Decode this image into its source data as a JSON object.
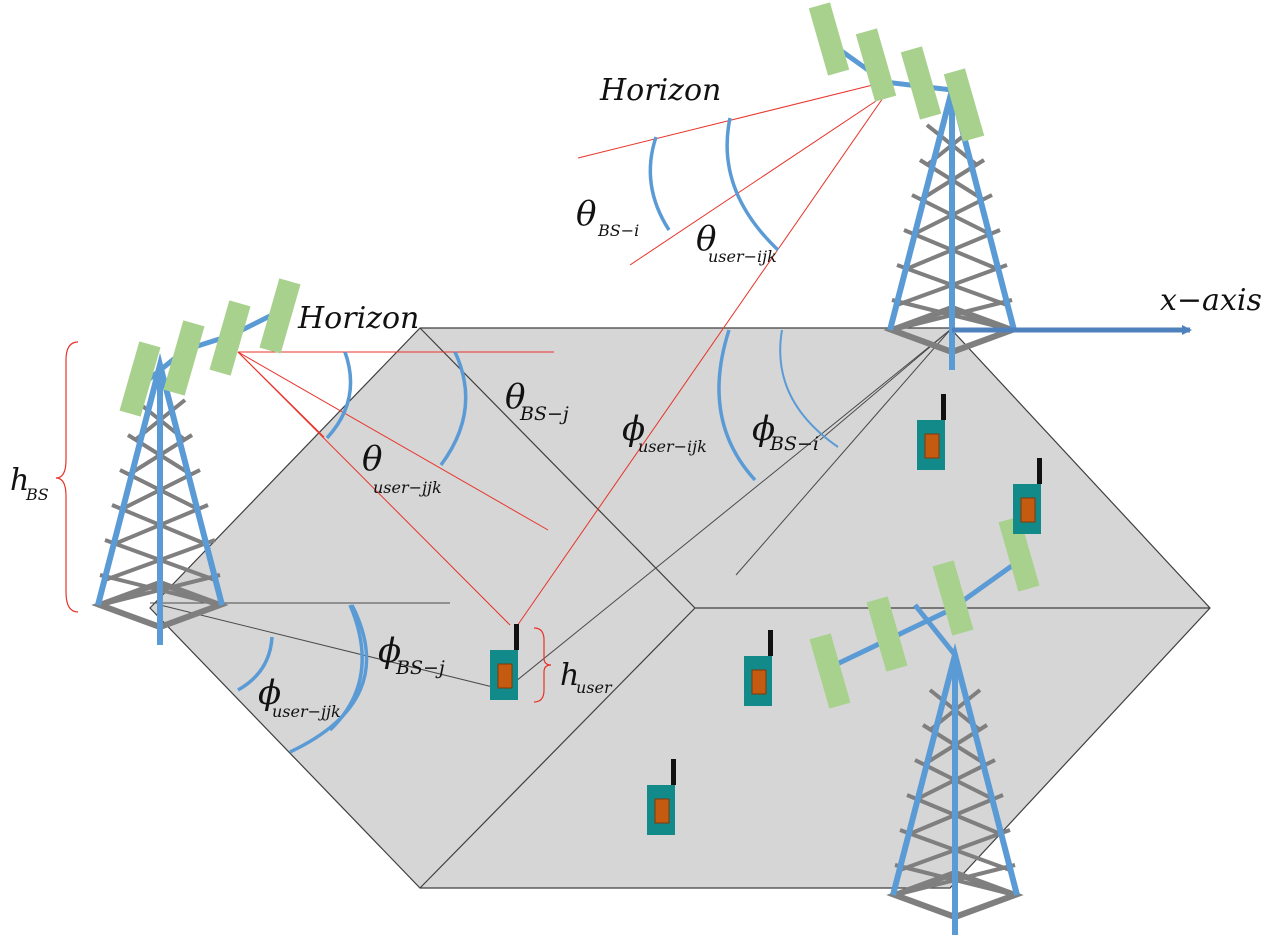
{
  "labels": {
    "horizon_top": "Horizon",
    "horizon_left": "Horizon",
    "x_axis": "x−axis",
    "theta_bs_i": {
      "symbol": "θ",
      "sub": "BS−i"
    },
    "theta_user_ijk": {
      "symbol": "θ",
      "sub": "user−ijk"
    },
    "theta_bs_j": {
      "symbol": "θ",
      "sub": "BS−j"
    },
    "theta_user_jjk": {
      "symbol": "θ",
      "sub": "user−jjk"
    },
    "phi_user_ijk": {
      "symbol": "ϕ",
      "sub": "user−ijk"
    },
    "phi_bs_i": {
      "symbol": "ϕ",
      "sub": "BS−i"
    },
    "phi_bs_j": {
      "symbol": "ϕ",
      "sub": "BS−j"
    },
    "phi_user_jjk": {
      "symbol": "ϕ",
      "sub": "user−jjk"
    },
    "h_bs": {
      "symbol": "h",
      "sub": "BS"
    },
    "h_user": {
      "symbol": "h",
      "sub": "user"
    }
  },
  "colors": {
    "hexagon_fill": "#d6d6d6",
    "tower_blue": "#5b9bd5",
    "tower_gray": "#7f7f7f",
    "antenna_green": "#a9d18e",
    "signal_red": "#e8332a",
    "ue_body": "#138a8a",
    "ue_screen": "#c55a11",
    "axis_blue": "#4f81bd"
  }
}
